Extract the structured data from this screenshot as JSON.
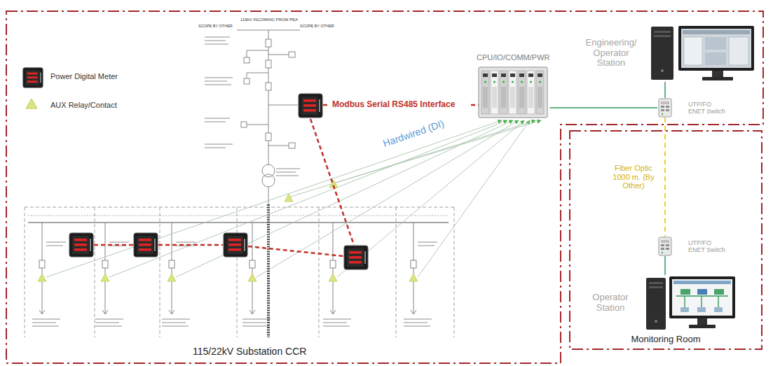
{
  "diagram": {
    "nodes": [
      {
        "text": [
          "115/22kV Substation CCR"
        ]
      },
      {
        "text": [
          "CPU/IO/COMM/PWR"
        ],
        "in": 0
      },
      {
        "text": [
          "Engineering/ Operator Station"
        ],
        "in": 0
      },
      {
        "text": [
          "UTP/FO ENET Switch"
        ],
        "in": 0
      },
      {
        "text": [
          "Monitoring Room"
        ]
      },
      {
        "text": [
          "UTP/FO ENET Switch"
        ],
        "in": 4
      },
      {
        "text": [
          "Operator Station"
        ],
        "in": 4
      }
    ],
    "edges": [
      {
        "from": 1,
        "to": 3,
        "arrow": "none"
      },
      {
        "from": 3,
        "to": 2,
        "arrow": "none"
      },
      {
        "from": 3,
        "to": 5,
        "label": "Fiber Optic 1000 m. (By Other)",
        "arrow": "none"
      },
      {
        "from": 5,
        "to": 6,
        "arrow": "none"
      }
    ],
    "labels": [
      "Modbus Serial RS485 Interface",
      "Hardwired (DI)",
      "115kV INCOMING FROM PEA",
      "SCOPE BY OTHER",
      "SCOPE BY OTHER"
    ],
    "legend": [
      {
        "text": "Power Digital Meter"
      },
      {
        "text": "AUX Relay/Contact"
      }
    ]
  }
}
